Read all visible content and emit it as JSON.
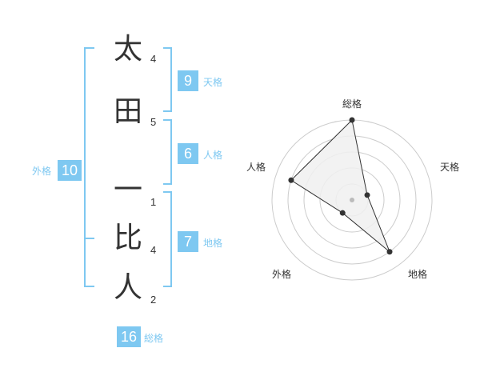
{
  "name_chars": [
    {
      "char": "太",
      "strokes": "4"
    },
    {
      "char": "田",
      "strokes": "5"
    },
    {
      "char": "一",
      "strokes": "1"
    },
    {
      "char": "比",
      "strokes": "4"
    },
    {
      "char": "人",
      "strokes": "2"
    }
  ],
  "fortune": {
    "tenkaku": {
      "label": "天格",
      "value": "9"
    },
    "jinkaku": {
      "label": "人格",
      "value": "6"
    },
    "chikaku": {
      "label": "地格",
      "value": "7"
    },
    "gaikaku": {
      "label": "外格",
      "value": "10"
    },
    "soukaku": {
      "label": "総格",
      "value": "16"
    }
  },
  "radar": {
    "axes": [
      "総格",
      "天格",
      "地格",
      "外格",
      "人格"
    ],
    "values": [
      5,
      1,
      4,
      1,
      4
    ],
    "max": 5,
    "rings": 5,
    "colors": {
      "fill": "#f0f0f0",
      "line": "#333333",
      "grid": "#cccccc",
      "point": "#333333",
      "center": "#bbbbbb"
    }
  },
  "colors": {
    "accent": "#7ec8f1",
    "text": "#333333"
  }
}
